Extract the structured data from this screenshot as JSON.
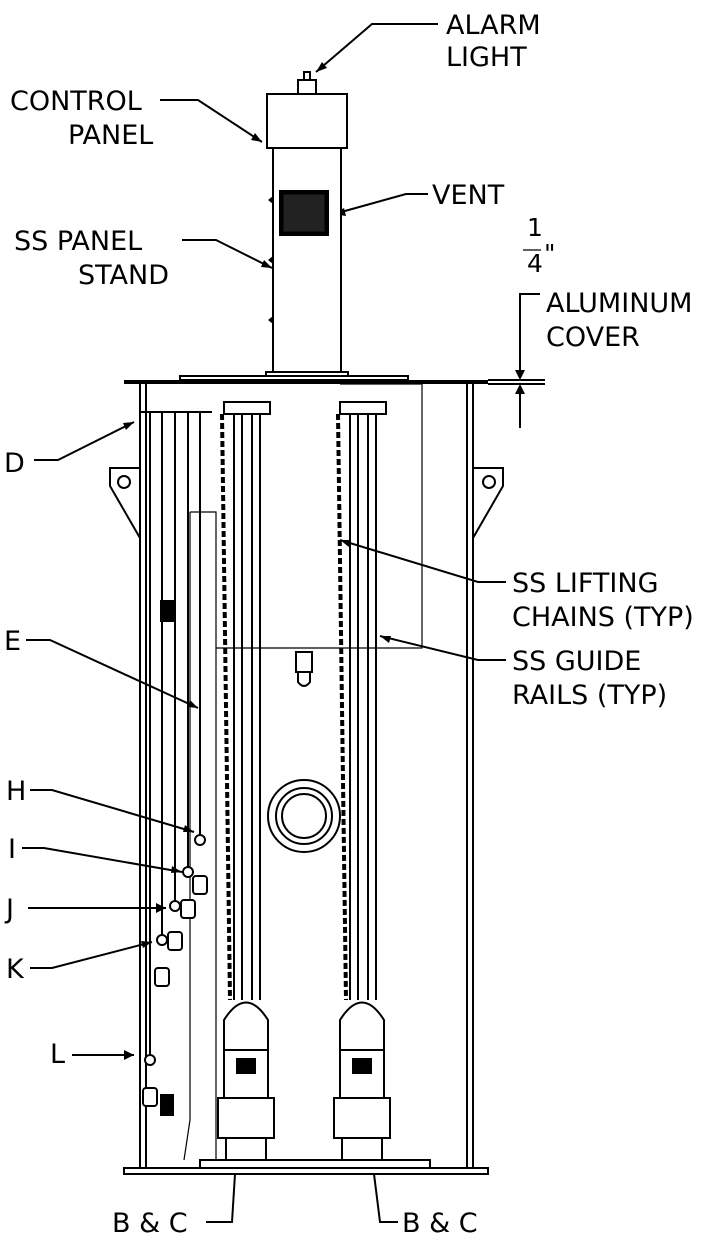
{
  "labels": {
    "alarm_light_1": "ALARM",
    "alarm_light_2": "LIGHT",
    "control_panel_1": "CONTROL",
    "control_panel_2": "PANEL",
    "vent": "VENT",
    "panel_stand_1": "SS PANEL",
    "panel_stand_2": "STAND",
    "dim_num": "1",
    "dim_den": "4",
    "dim_unit": "\"",
    "cover_1": "ALUMINUM",
    "cover_2": "COVER",
    "d": "D",
    "chains_1": "SS LIFTING",
    "chains_2": "CHAINS (TYP)",
    "e": "E",
    "rails_1": "SS GUIDE",
    "rails_2": "RAILS (TYP)",
    "h": "H",
    "i": "I",
    "j": "J",
    "k": "K",
    "l": "L",
    "bc_left": "B & C",
    "bc_right": "B & C"
  }
}
